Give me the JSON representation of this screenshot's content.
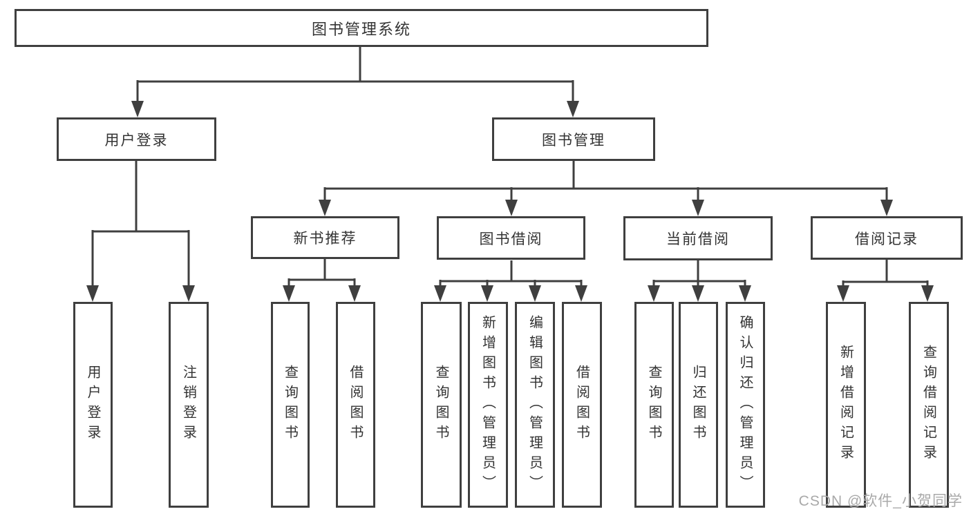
{
  "colors": {
    "line": "#3f3f3f",
    "text": "#333333",
    "watermark": "#a9a9a9",
    "background": "#ffffff"
  },
  "diagram": {
    "root": "图书管理系统",
    "level2": {
      "user_login": "用户登录",
      "book_mgmt": "图书管理"
    },
    "level3": {
      "new_book": "新书推荐",
      "book_borrow": "图书借阅",
      "current_borrow": "当前借阅",
      "borrow_record": "借阅记录"
    },
    "leaves": {
      "user_login": [
        "用户登录",
        "注销登录"
      ],
      "new_book": [
        "查询图书",
        "借阅图书"
      ],
      "book_borrow": [
        "查询图书",
        "新增图书（管理员）",
        "编辑图书（管理员）",
        "借阅图书"
      ],
      "current_borrow": [
        "查询图书",
        "归还图书",
        "确认归还（管理员）"
      ],
      "borrow_record": [
        "新增借阅记录",
        "查询借阅记录"
      ]
    }
  },
  "watermark": {
    "text": "CSDN @软件_小贺同学"
  }
}
